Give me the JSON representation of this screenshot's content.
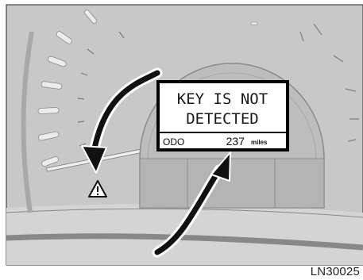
{
  "display": {
    "message_line1": "KEY IS NOT",
    "message_line2": "DETECTED",
    "odo_label": "ODO",
    "odo_value": "237",
    "odo_unit": "miles"
  },
  "warning_icon": "warning-triangle-icon",
  "figure_code": "LN30025",
  "colors": {
    "panel_gray": "#c9c9c9",
    "dial_gray": "#bdbdbd",
    "arrow_black": "#111111",
    "display_bg": "#ffffff"
  }
}
